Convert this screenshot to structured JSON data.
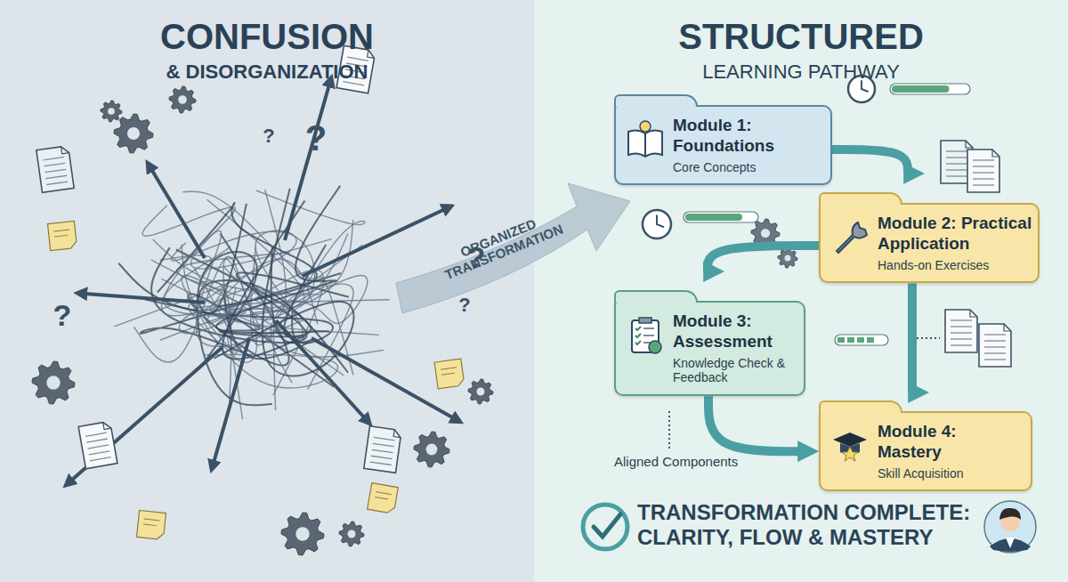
{
  "diagram": {
    "nodes": [
      {
        "text": [
          "Module 1: Foundations",
          "Core Concepts"
        ]
      },
      {
        "text": [
          "Module 2: Practical Application",
          "Hands-on Exercises"
        ]
      },
      {
        "text": [
          "Module 3: Assessment",
          "Knowledge Check & Feedback"
        ]
      },
      {
        "text": [
          "Module 4: Mastery",
          "Skill Acquisition"
        ]
      }
    ],
    "edges": [
      {
        "from": 0,
        "to": 1,
        "arrow": "to"
      },
      {
        "from": 1,
        "to": 2,
        "arrow": "to"
      },
      {
        "from": 1,
        "to": 3,
        "arrow": "to"
      },
      {
        "from": 2,
        "to": 3,
        "arrow": "to"
      }
    ],
    "labels": [
      "CONFUSION",
      "& DISORGANIZATION",
      "?",
      "?",
      "?",
      "?",
      "?",
      "STRUCTURED",
      "LEARNING PATHWAY",
      "ORGANIZED TRANSFORMATION",
      "Aligned Components",
      "TRANSFORMATION COMPLETE: CLARITY, FLOW & MASTERY"
    ]
  }
}
